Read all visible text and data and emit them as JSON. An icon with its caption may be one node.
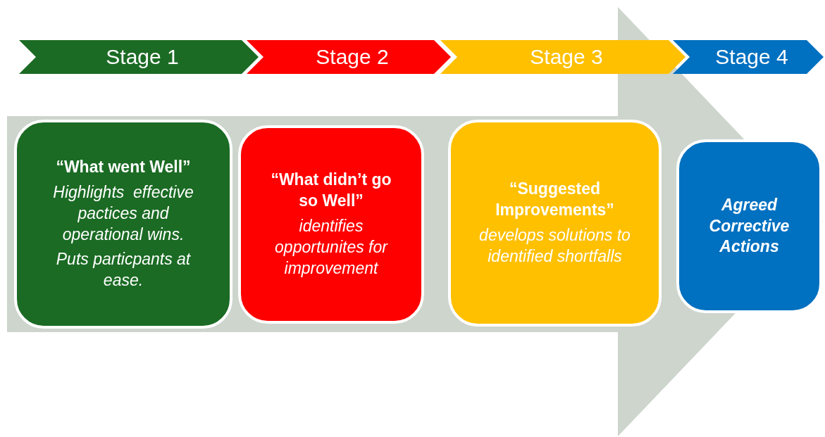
{
  "diagram": {
    "nodes": [
      {
        "text": [
          "Stage 1"
        ]
      },
      {
        "text": [
          "Stage 2"
        ]
      },
      {
        "text": [
          "Stage 3"
        ]
      },
      {
        "text": [
          "Stage 4"
        ]
      },
      {
        "text": [
          "“What went Well”",
          "Highlights  effective pactices and operational wins.",
          "Puts particpants at ease."
        ]
      },
      {
        "text": [
          "“What didn’t go so Well”",
          "identifies opportunites for improvement"
        ]
      },
      {
        "text": [
          "“Suggested Improvements”",
          "develops solutions to identified shortfalls"
        ]
      },
      {
        "text": [
          "Agreed Corrective Actions"
        ]
      }
    ],
    "edges": [
      {
        "from": 4,
        "to": 7,
        "arrow": "to",
        "style": "thick",
        "color": "#cdd5cd"
      }
    ]
  }
}
